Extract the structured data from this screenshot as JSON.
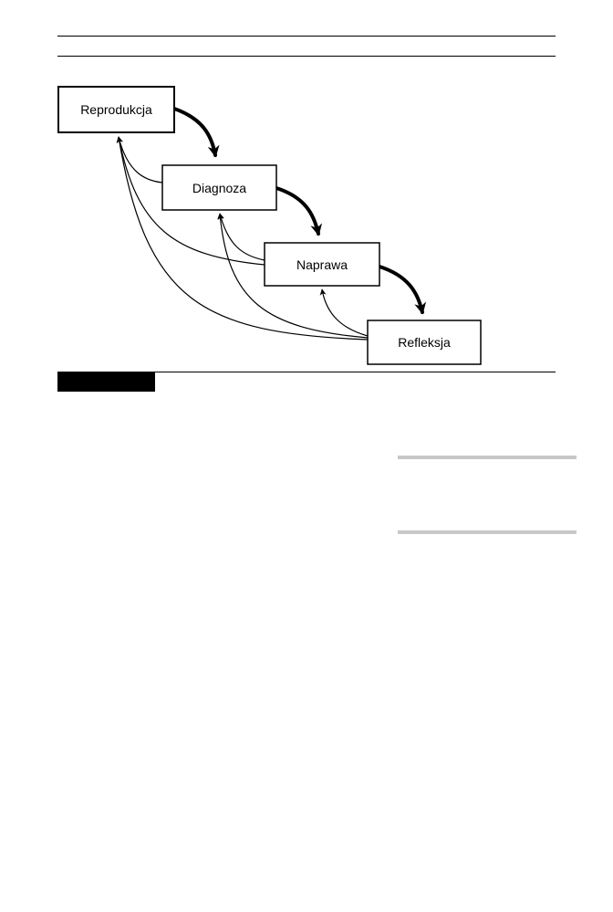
{
  "diagram": {
    "steps": [
      {
        "id": "reproduction",
        "label": "Reprodukcja"
      },
      {
        "id": "diagnosis",
        "label": "Diagnoza"
      },
      {
        "id": "repair",
        "label": "Naprawa"
      },
      {
        "id": "reflection",
        "label": "Refleksja"
      }
    ]
  },
  "colors": {
    "ink": "#000000",
    "sidebar_rule": "#c8c8c8"
  }
}
